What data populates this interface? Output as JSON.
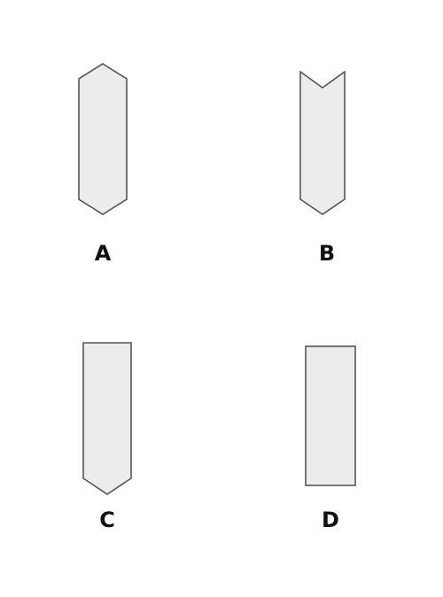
{
  "colors": {
    "shape_fill": "#ececec",
    "shape_stroke": "#555555",
    "label": "#111111",
    "background": "#ffffff"
  },
  "options": [
    {
      "label": "A",
      "shape": "elongated-hexagon-pointed-both-ends"
    },
    {
      "label": "B",
      "shape": "chevron-notched-top-pointed-bottom"
    },
    {
      "label": "C",
      "shape": "flat-top-pointed-bottom"
    },
    {
      "label": "D",
      "shape": "plain-rectangle"
    }
  ]
}
